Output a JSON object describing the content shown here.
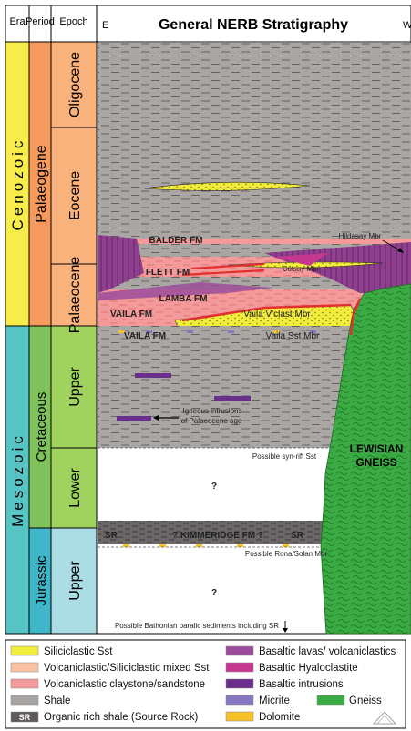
{
  "title": "General NERB Stratigraphy",
  "left_side": "E",
  "right_side": "W",
  "headers": {
    "era": "Era",
    "period": "Period",
    "epoch": "Epoch"
  },
  "eras": [
    {
      "label": "Cenozoic",
      "color": "#f7ec4a"
    },
    {
      "label": "Mesozoic",
      "color": "#56c3c5"
    }
  ],
  "periods": [
    {
      "label": "Palaeogene",
      "color": "#f59a5c"
    },
    {
      "label": "Cretaceous",
      "color": "#7fc25b"
    },
    {
      "label": "Jurassic",
      "color": "#3fb6c7"
    }
  ],
  "epochs": [
    {
      "label": "Oligocene",
      "color": "#f9b27c"
    },
    {
      "label": "Eocene",
      "color": "#f9b27c"
    },
    {
      "label": "Palaeocene",
      "color": "#f9b27c"
    },
    {
      "label": "Upper",
      "color": "#9fd35e"
    },
    {
      "label": "Lower",
      "color": "#9fd35e"
    },
    {
      "label": "Upper",
      "color": "#a9dce3"
    }
  ],
  "formations": {
    "balder": "BALDER FM",
    "flett": "FLETT FM",
    "lamba": "LAMBA FM",
    "vaila_upper": "VAILA FM",
    "vaila_lower": "VAILA FM",
    "kimmeridge": "? KIMMERIDGE FM ?",
    "sr_left": "SR",
    "sr_right": "SR"
  },
  "members": {
    "hildasay": "Hildasay Mbr",
    "colsay": "Colsay Mbr",
    "vaila_vclast": "Vaila V'clast Mbr",
    "vaila_sst": "Vaila Sst Mbr"
  },
  "annotations": {
    "igneous_line1": "Igneous intrusions",
    "igneous_line2": "of Palaeocene age",
    "syn_rift": "Possible syn-rift Sst",
    "rona_solan": "Possible Rona/Solan Mbr",
    "bathonian": "Possible Bathonian paralic sediments including SR",
    "q_lower": "?",
    "q_jurassic": "?",
    "gneiss_line1": "LEWISIAN",
    "gneiss_line2": "GNEISS"
  },
  "legend": [
    {
      "label": "Siliciclastic Sst",
      "color": "#f2ec3c"
    },
    {
      "label": "Volcaniclastic/Siliciclastic mixed Sst",
      "color": "#f9c3a3"
    },
    {
      "label": "Volcaniclastic claystone/sandstone",
      "color": "#f49a9a"
    },
    {
      "label": "Shale",
      "color": "#a8a4a2"
    },
    {
      "label": "Organic rich shale (Source Rock)",
      "color": "#5e5a5a",
      "swatch_text": "SR"
    },
    {
      "label": "Basaltic lavas/ volcaniclastics",
      "color": "#9b4d9b"
    },
    {
      "label": "Basaltic Hyaloclastite",
      "color": "#c6378f"
    },
    {
      "label": "Basaltic intrusions",
      "color": "#6a2f8a"
    },
    {
      "label": "Micrite",
      "color": "#8777c0"
    },
    {
      "label": "Dolomite",
      "color": "#f8c12c"
    },
    {
      "label": "Gneiss",
      "color": "#3aab42"
    }
  ]
}
